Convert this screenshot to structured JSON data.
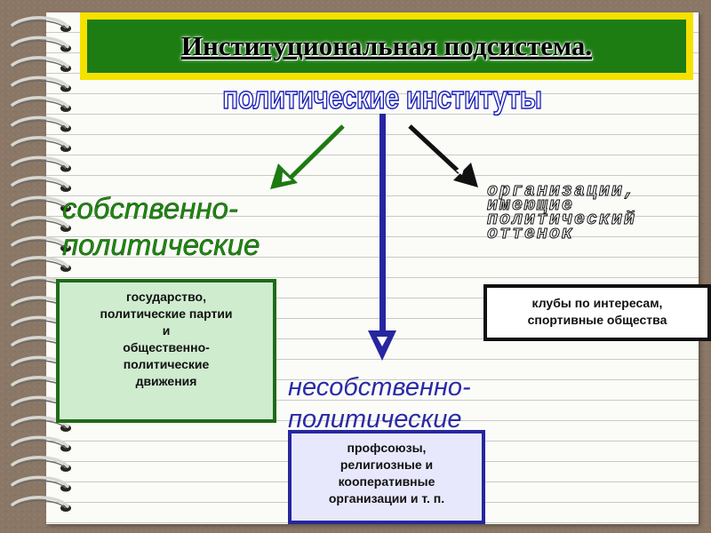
{
  "title": "Институциональная подсистема.",
  "subtitle": "политические институты",
  "categories": {
    "left": [
      "собственно-",
      "политические"
    ],
    "right": [
      "организации,",
      "имеющие",
      "политический",
      "оттенок"
    ],
    "bottom": [
      "несобственно-",
      "политические"
    ]
  },
  "boxes": {
    "left": [
      "государство,",
      "политические партии",
      "и",
      "общественно-",
      "политические",
      "движения"
    ],
    "right": [
      "клубы по интересам,",
      "спортивные общества"
    ],
    "bottom": [
      "профсоюзы,",
      "религиозные и",
      "кооперативные",
      "организации и т. п."
    ]
  },
  "colors": {
    "title_frame": "#f5e100",
    "title_fill": "#1d7d13",
    "green_arrow": "#1e7a12",
    "blue_arrow": "#2626a0",
    "black_arrow": "#111111",
    "subtitle_outline": "#1a1fb8"
  },
  "icons": [
    "spiral-binding-icon",
    "arrow-down-left-icon",
    "arrow-down-icon",
    "arrow-down-right-icon"
  ]
}
